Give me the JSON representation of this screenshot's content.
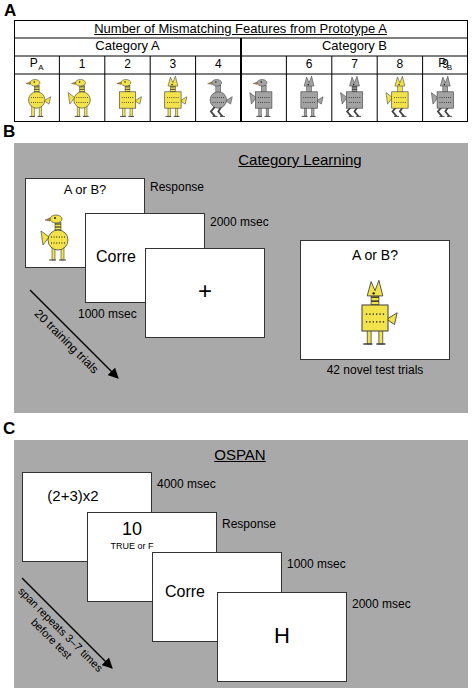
{
  "diagram": {
    "nodes": [
      {
        "text": [
          "A",
          "Number of Mismatching Features from Prototype A"
        ]
      },
      {
        "text": [
          "B",
          "Category Learning"
        ]
      },
      {
        "text": [
          "A or B?"
        ],
        "in": 1
      },
      {
        "text": [
          "Corre"
        ],
        "in": 1
      },
      {
        "text": [
          "+"
        ],
        "in": 1
      },
      {
        "text": [
          "A or B?"
        ],
        "in": 1
      },
      {
        "text": [
          "C",
          "OSPAN"
        ]
      },
      {
        "text": [
          "(2+3)x2"
        ],
        "in": 6
      },
      {
        "text": [
          "10",
          "TRUE or F"
        ],
        "in": 6
      },
      {
        "text": [
          "Corre"
        ],
        "in": 6
      },
      {
        "text": [
          "H"
        ],
        "in": 6
      }
    ],
    "labels": [
      "Category A",
      "Category B",
      "P",
      "A",
      "1",
      "2",
      "3",
      "4",
      "6",
      "7",
      "8",
      "9",
      "P",
      "B",
      "Response",
      "2000 msec",
      "1000 msec",
      "20 training trials",
      "42 novel test trials",
      "4000 msec",
      "Response",
      "1000 msec",
      "2000 msec",
      "span repeats 3–7 times before test"
    ]
  }
}
